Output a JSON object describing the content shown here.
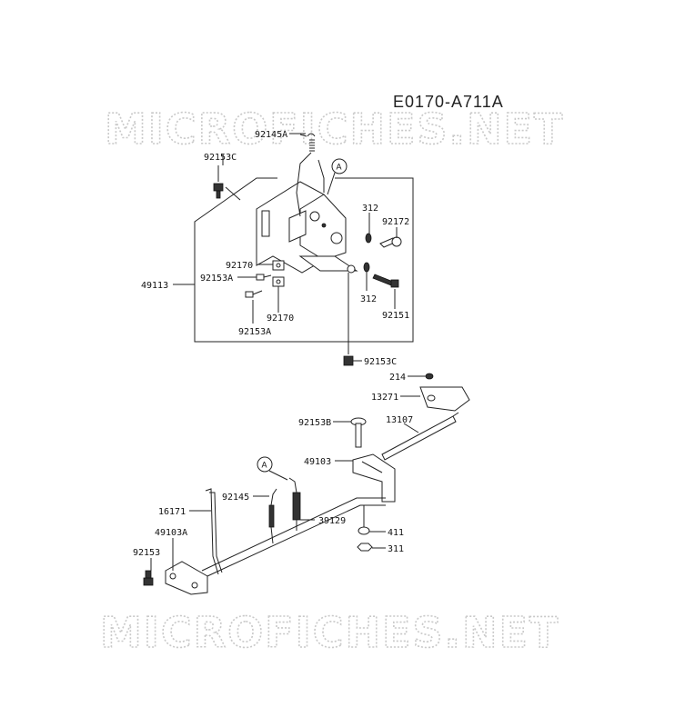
{
  "diagram_ref": "E0170-A711A",
  "watermark": "MICROFICHES.NET",
  "callout_marker": "A",
  "colors": {
    "line": "#222222",
    "watermark": "#c9c9c9",
    "background": "#ffffff"
  },
  "labels": {
    "p92145A": "92145A",
    "p92153C_top": "92153C",
    "p312_a": "312",
    "p92172": "92172",
    "p92170_a": "92170",
    "p92153A_a": "92153A",
    "p49113": "49113",
    "p312_b": "312",
    "p92151": "92151",
    "p92170_b": "92170",
    "p92153A_b": "92153A",
    "p92153C_bot": "92153C",
    "p214": "214",
    "p13271": "13271",
    "p92153B": "92153B",
    "p13107": "13107",
    "p49103": "49103",
    "p16171": "16171",
    "p92145": "92145",
    "p39129": "39129",
    "p49103A": "49103A",
    "p411": "411",
    "p311": "311",
    "p92153": "92153"
  }
}
